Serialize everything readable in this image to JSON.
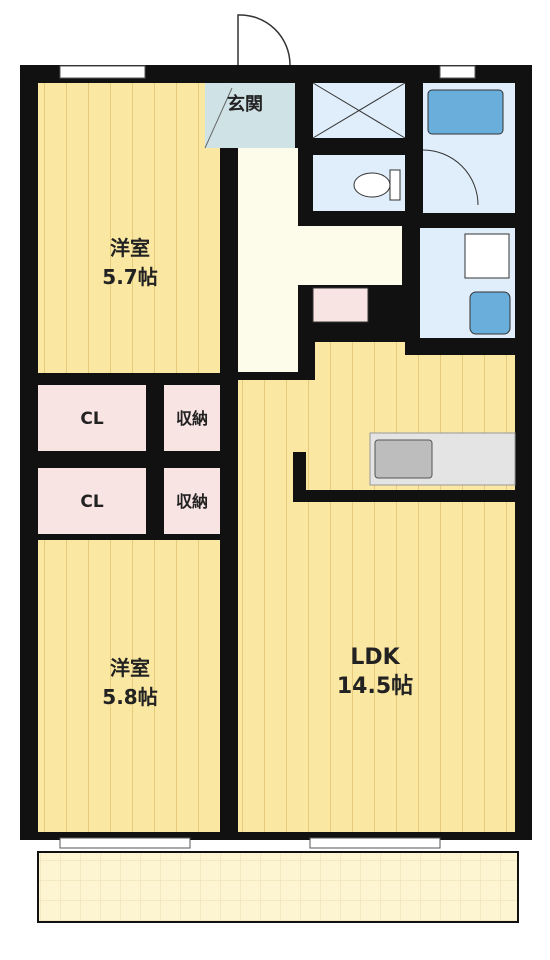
{
  "rooms": {
    "bedroom_top": {
      "name": "洋室",
      "size": "5.7帖"
    },
    "bedroom_bottom": {
      "name": "洋室",
      "size": "5.8帖"
    },
    "ldk": {
      "name": "LDK",
      "size": "14.5帖"
    },
    "entrance": {
      "name": "玄関"
    },
    "closet_top": {
      "name": "CL"
    },
    "closet_bottom": {
      "name": "CL"
    },
    "storage_top": {
      "name": "収納"
    },
    "storage_bottom": {
      "name": "収納"
    }
  },
  "colors": {
    "wall": "#111111",
    "room_floor": "#fae7a2",
    "floor_line": "#e8cf7e",
    "closet": "#f9e4e4",
    "wet_area": "#dfeefa",
    "entrance": "#cfe3e6",
    "balcony": "#fdf4d2",
    "hall": "#fdfbe9"
  }
}
